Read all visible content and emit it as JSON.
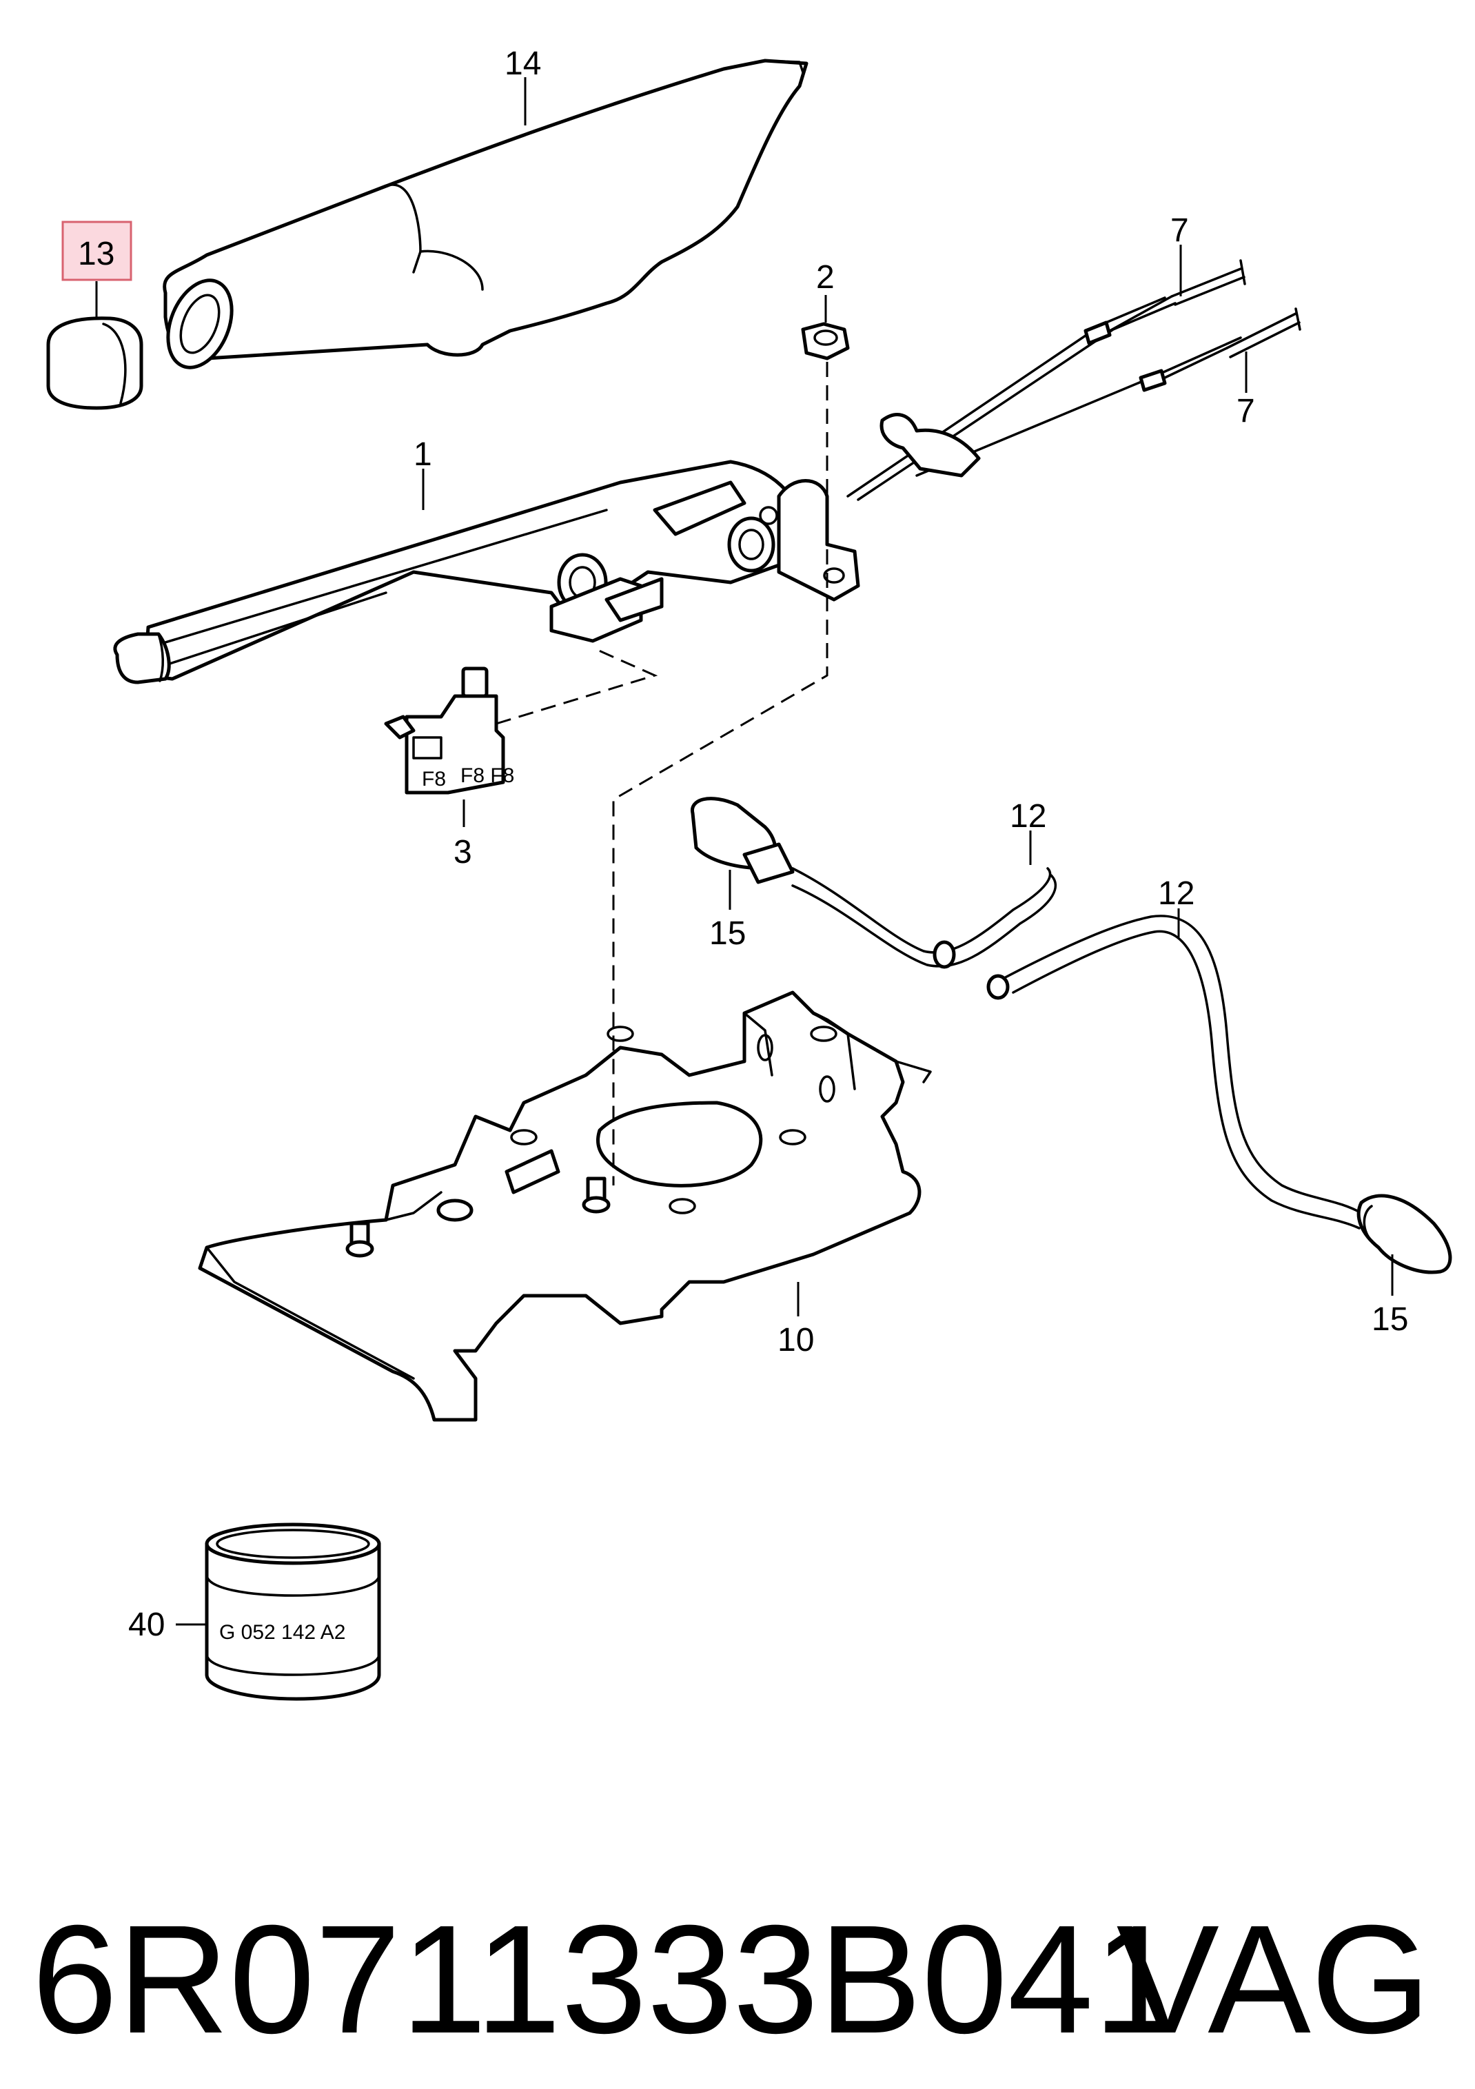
{
  "callouts": {
    "c14": "14",
    "c13": "13",
    "c7a": "7",
    "c7b": "7",
    "c2": "2",
    "c1": "1",
    "c3": "3",
    "c12a": "12",
    "c12b": "12",
    "c15a": "15",
    "c15b": "15",
    "c10": "10",
    "c40": "40"
  },
  "tin_label": "G 052 142 A2",
  "switch_marks": {
    "left": "F8",
    "right": "F8 F8"
  },
  "footer": {
    "part_number": "6R0711333B041",
    "brand": "VAG"
  },
  "highlight_color": "#fbd9df",
  "highlight_border": "#d8626f"
}
